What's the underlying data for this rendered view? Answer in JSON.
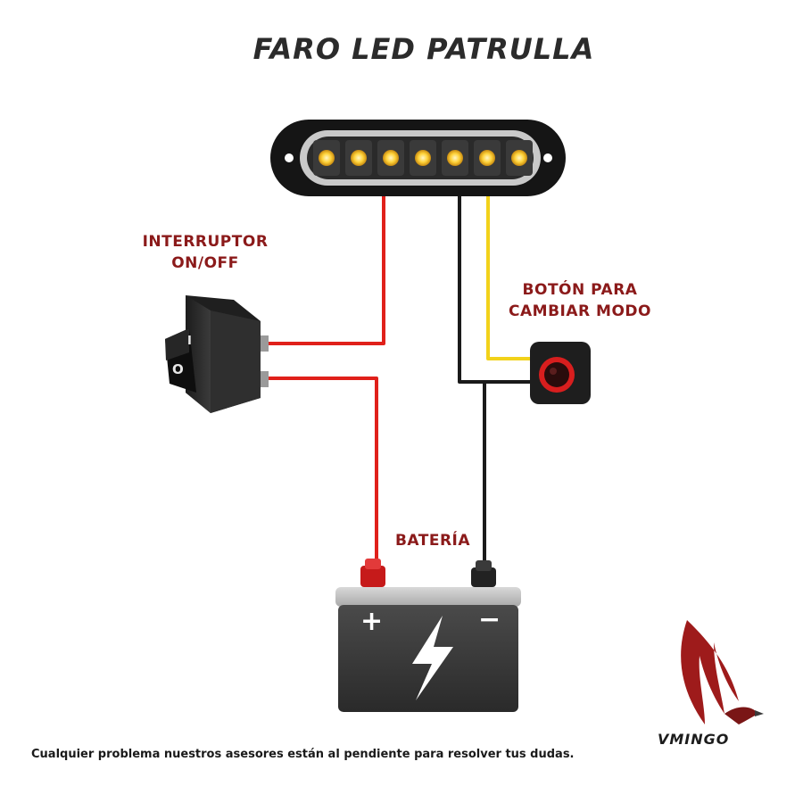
{
  "title": "FARO LED PATRULLA",
  "labels": {
    "switch_line1": "INTERRUPTOR",
    "switch_line2": "ON/OFF",
    "mode_line1": "BOTÓN PARA",
    "mode_line2": "CAMBIAR MODO",
    "battery": "BATERÍA"
  },
  "switch_marks": {
    "on": "I",
    "off": "O"
  },
  "battery_terminals": {
    "positive": "+",
    "negative": "−"
  },
  "led_count": 7,
  "colors": {
    "label_red": "#8b1a1a",
    "wire_red": "#e0201a",
    "wire_black": "#1a1a1a",
    "wire_yellow": "#f2d21a",
    "led_yellow": "#ffd33a",
    "button_ring": "#d81e1e"
  },
  "footer": "Cualquier problema nuestros asesores están al pendiente para resolver tus dudas.",
  "brand": {
    "name": "VMINGO",
    "icon": "eagle-wing-icon"
  }
}
